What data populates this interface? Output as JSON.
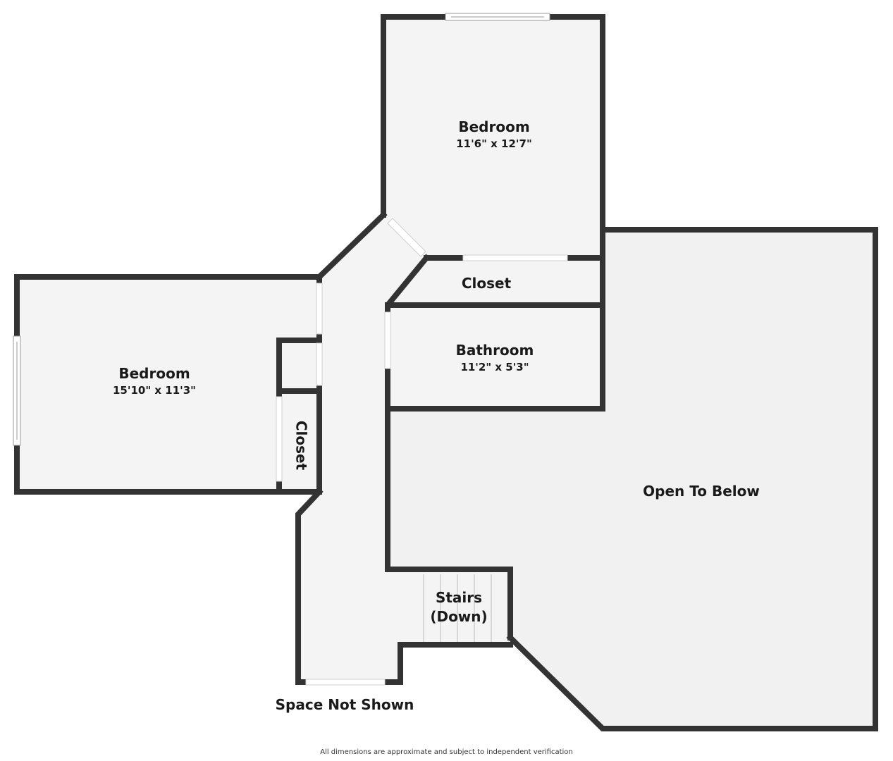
{
  "colors": {
    "wall": "#333333",
    "room_fill": "#f4f4f4",
    "open_fill": "#f1f1f1",
    "opening": "#ffffff",
    "text": "#1a1a1a"
  },
  "rooms": {
    "bedroom_top": {
      "name": "Bedroom",
      "dims": "11'6\" x 12'7\""
    },
    "bedroom_left": {
      "name": "Bedroom",
      "dims": "15'10\" x 11'3\""
    },
    "closet_top": {
      "name": "Closet"
    },
    "bathroom": {
      "name": "Bathroom",
      "dims": "11'2\" x 5'3\""
    },
    "closet_left": {
      "name": "Closet"
    },
    "open_to_below": {
      "name": "Open To Below"
    },
    "stairs": {
      "name_line1": "Stairs",
      "name_line2": "(Down)"
    }
  },
  "labels": {
    "space_not_shown": "Space Not Shown"
  },
  "disclaimer": "All dimensions are approximate and subject to independent verification"
}
